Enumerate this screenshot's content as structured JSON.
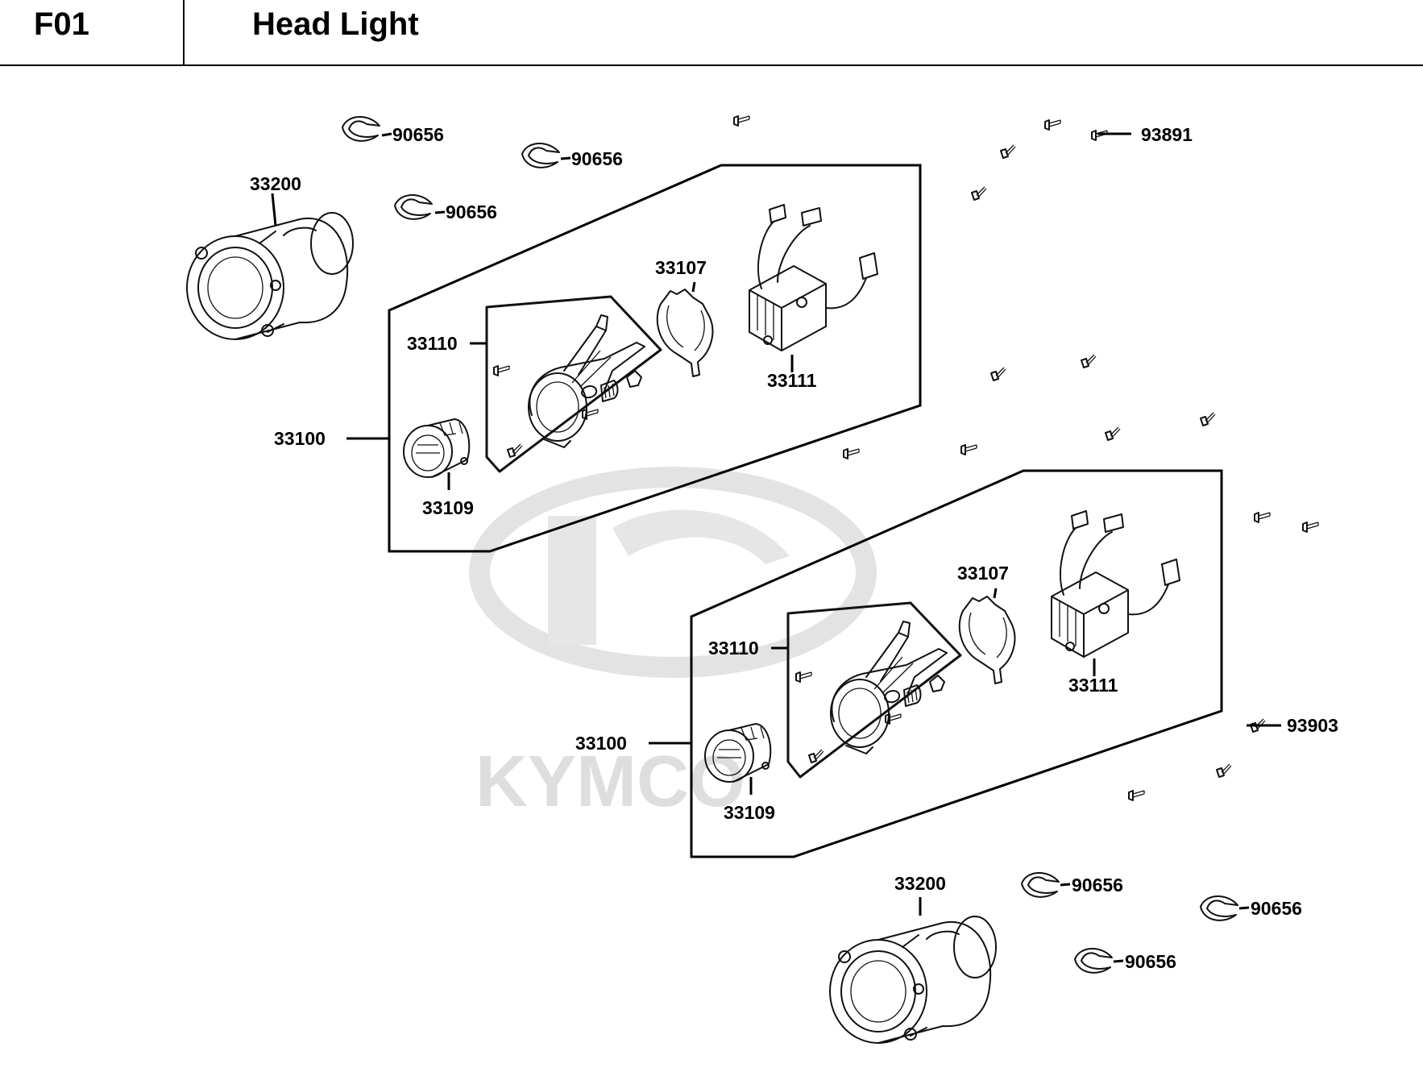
{
  "header": {
    "code": "F01",
    "title": "Head Light"
  },
  "watermark": {
    "text": "KYMCO"
  },
  "labels": {
    "upper": {
      "clip_a": "90656",
      "clip_b": "90656",
      "clip_c": "90656",
      "headlight": "33200",
      "screw_top": "93891",
      "assembly": "33100",
      "bracket_frame": "33110",
      "ring": "33107",
      "ballast": "33111",
      "lens": "33109"
    },
    "lower": {
      "assembly": "33100",
      "bracket_frame": "33110",
      "ring": "33107",
      "ballast": "33111",
      "lens": "33109",
      "screw_side": "93903",
      "headlight": "33200",
      "clip_a": "90656",
      "clip_b": "90656",
      "clip_c": "90656"
    }
  }
}
